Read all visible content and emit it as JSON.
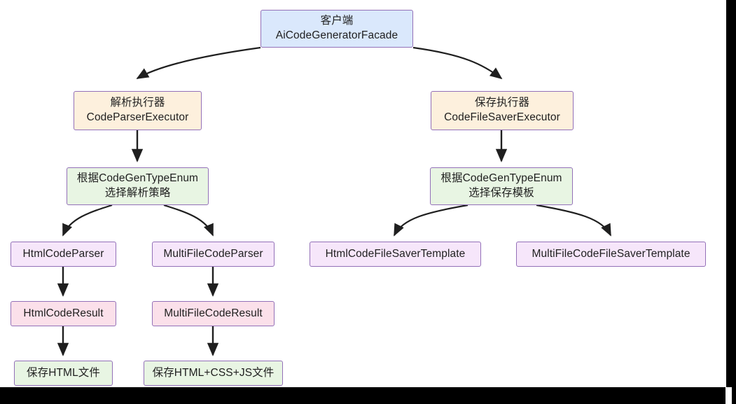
{
  "diagram": {
    "title": "AiCodeGenerator Facade Flowchart",
    "type": "flowchart",
    "direction": "top-down",
    "colors": {
      "client_fill": "#dae8fc",
      "executor_fill": "#fdf0dd",
      "strategy_fill": "#e8f5e3",
      "parser_fill": "#f6e6fa",
      "result_fill": "#fbe0ea",
      "output_fill": "#e8f5e3",
      "node_border": "#9370b8",
      "edge_stroke": "#1f1f1f",
      "background": "#ffffff",
      "band": "#000000"
    },
    "nodes": [
      {
        "id": "client",
        "line1": "客户端",
        "line2": "AiCodeGeneratorFacade"
      },
      {
        "id": "parser-executor",
        "line1": "解析执行器",
        "line2": "CodeParserExecutor"
      },
      {
        "id": "saver-executor",
        "line1": "保存执行器",
        "line2": "CodeFileSaverExecutor"
      },
      {
        "id": "parse-strategy",
        "line1": "根据CodeGenTypeEnum",
        "line2": "选择解析策略"
      },
      {
        "id": "save-template",
        "line1": "根据CodeGenTypeEnum",
        "line2": "选择保存模板"
      },
      {
        "id": "html-code-parser",
        "line1": "HtmlCodeParser",
        "line2": ""
      },
      {
        "id": "multifile-code-parser",
        "line1": "MultiFileCodeParser",
        "line2": ""
      },
      {
        "id": "html-saver-template",
        "line1": "HtmlCodeFileSaverTemplate",
        "line2": ""
      },
      {
        "id": "multifile-saver-template",
        "line1": "MultiFileCodeFileSaverTemplate",
        "line2": ""
      },
      {
        "id": "html-code-result",
        "line1": "HtmlCodeResult",
        "line2": ""
      },
      {
        "id": "multifile-code-result",
        "line1": "MultiFileCodeResult",
        "line2": ""
      },
      {
        "id": "save-html",
        "line1": "保存HTML文件",
        "line2": ""
      },
      {
        "id": "save-html-css-js",
        "line1": "保存HTML+CSS+JS文件",
        "line2": ""
      }
    ],
    "edges": [
      {
        "from": "client",
        "to": "parser-executor"
      },
      {
        "from": "client",
        "to": "saver-executor"
      },
      {
        "from": "parser-executor",
        "to": "parse-strategy"
      },
      {
        "from": "saver-executor",
        "to": "save-template"
      },
      {
        "from": "parse-strategy",
        "to": "html-code-parser"
      },
      {
        "from": "parse-strategy",
        "to": "multifile-code-parser"
      },
      {
        "from": "save-template",
        "to": "html-saver-template"
      },
      {
        "from": "save-template",
        "to": "multifile-saver-template"
      },
      {
        "from": "html-code-parser",
        "to": "html-code-result"
      },
      {
        "from": "multifile-code-parser",
        "to": "multifile-code-result"
      },
      {
        "from": "html-code-result",
        "to": "save-html"
      },
      {
        "from": "multifile-code-result",
        "to": "save-html-css-js"
      }
    ]
  }
}
